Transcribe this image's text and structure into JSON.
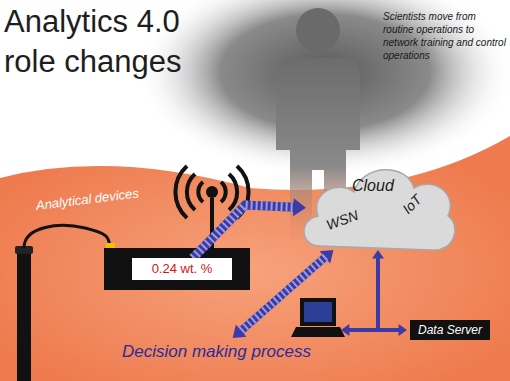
{
  "diagram": {
    "title": "Analytics 4.0 role changes",
    "nodes": [
      {
        "text": [
          "0.24 wt. %"
        ]
      },
      {
        "text": [
          "Cloud",
          "WSN",
          "IoT"
        ]
      },
      {
        "text": [
          "Data Server"
        ]
      },
      {
        "text": [
          "Decision making process"
        ]
      }
    ],
    "edges": [
      {
        "from": 0,
        "to": 1,
        "arrow": "to"
      },
      {
        "from": 1,
        "to": 3,
        "arrow": "both"
      },
      {
        "from": 1,
        "to": 2,
        "arrow": "both"
      }
    ],
    "labels": [
      "Scientists move from routine operations to network training and control operations",
      "Analytical devices"
    ]
  }
}
